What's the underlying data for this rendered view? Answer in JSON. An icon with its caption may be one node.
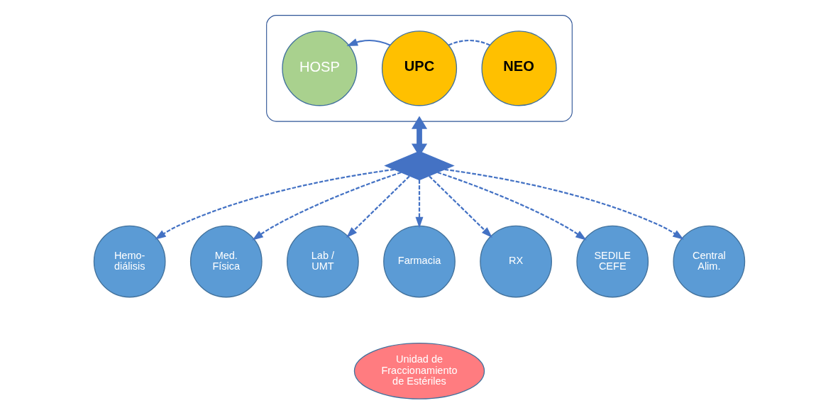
{
  "diagram": {
    "nodes": [
      {
        "text": [],
        "shape": "box"
      },
      {
        "text": [
          "HOSP"
        ],
        "in": 0
      },
      {
        "text": [
          "UPC"
        ],
        "in": 0
      },
      {
        "text": [
          "NEO"
        ],
        "in": 0
      },
      {
        "text": [],
        "shape": "diamond"
      },
      {
        "text": [
          "Hemo- diálisis"
        ]
      },
      {
        "text": [
          "Med. Física"
        ]
      },
      {
        "text": [
          "Lab / UMT"
        ]
      },
      {
        "text": [
          "Farmacia"
        ]
      },
      {
        "text": [
          "RX"
        ]
      },
      {
        "text": [
          "SEDILE CEFE"
        ]
      },
      {
        "text": [
          "Central Alim."
        ]
      },
      {
        "text": [
          "Unidad de Fraccionamiento de Estériles"
        ]
      }
    ],
    "edges": [
      {
        "from": 2,
        "to": 1,
        "arrow": "to"
      },
      {
        "from": 2,
        "to": 3,
        "arrow": "none",
        "style": "dashed"
      },
      {
        "from": 0,
        "to": 4,
        "arrow": "both",
        "style": "thick"
      },
      {
        "from": 4,
        "to": 5,
        "arrow": "to",
        "style": "dashed"
      },
      {
        "from": 4,
        "to": 6,
        "arrow": "to",
        "style": "dashed"
      },
      {
        "from": 4,
        "to": 7,
        "arrow": "to",
        "style": "dashed"
      },
      {
        "from": 4,
        "to": 8,
        "arrow": "to",
        "style": "dashed"
      },
      {
        "from": 4,
        "to": 9,
        "arrow": "to",
        "style": "dashed"
      },
      {
        "from": 4,
        "to": 10,
        "arrow": "to",
        "style": "dashed"
      },
      {
        "from": 4,
        "to": 11,
        "arrow": "to",
        "style": "dashed"
      }
    ]
  }
}
